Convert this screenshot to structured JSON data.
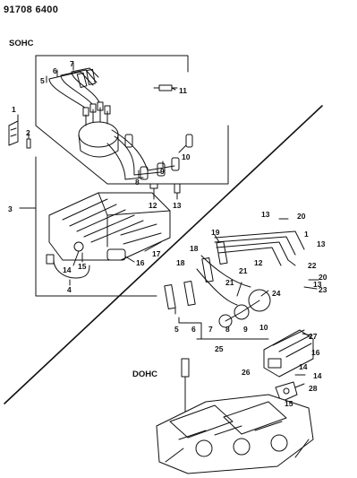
{
  "header": {
    "code": "91708 6400"
  },
  "sections": {
    "top": "SOHC",
    "bottom": "DOHC"
  },
  "callouts": [
    "1",
    "2",
    "3",
    "4",
    "5",
    "6",
    "7",
    "8",
    "9",
    "10",
    "11",
    "12",
    "13",
    "14",
    "15",
    "16",
    "17",
    "18",
    "19",
    "20",
    "21",
    "22",
    "23",
    "24",
    "25",
    "26",
    "27",
    "28"
  ],
  "colors": {
    "ink": "#111111",
    "paper": "#ffffff",
    "shade": "#d9d9d9"
  }
}
